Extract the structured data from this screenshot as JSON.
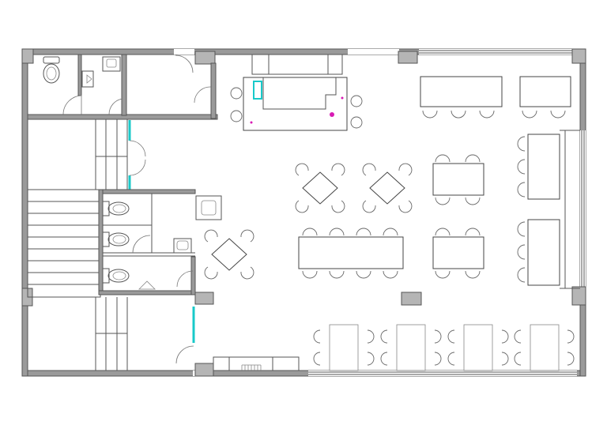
{
  "drawing": {
    "colors": {
      "wall": "#9a9a9a",
      "wall_outline": "#555555",
      "column": "#b5b5b5",
      "window_glazing": "#18c9c9",
      "bar_fixture": "#d81bb4",
      "background": "#ffffff"
    },
    "elements": [
      "exterior-walls",
      "restroom-upper",
      "restroom-lower",
      "staircase",
      "bar-counter",
      "bar-stools",
      "square-tables-4-seat",
      "banquet-table-8-seat",
      "booth-tables",
      "window-side-counter-seating",
      "entrance-doors"
    ]
  }
}
